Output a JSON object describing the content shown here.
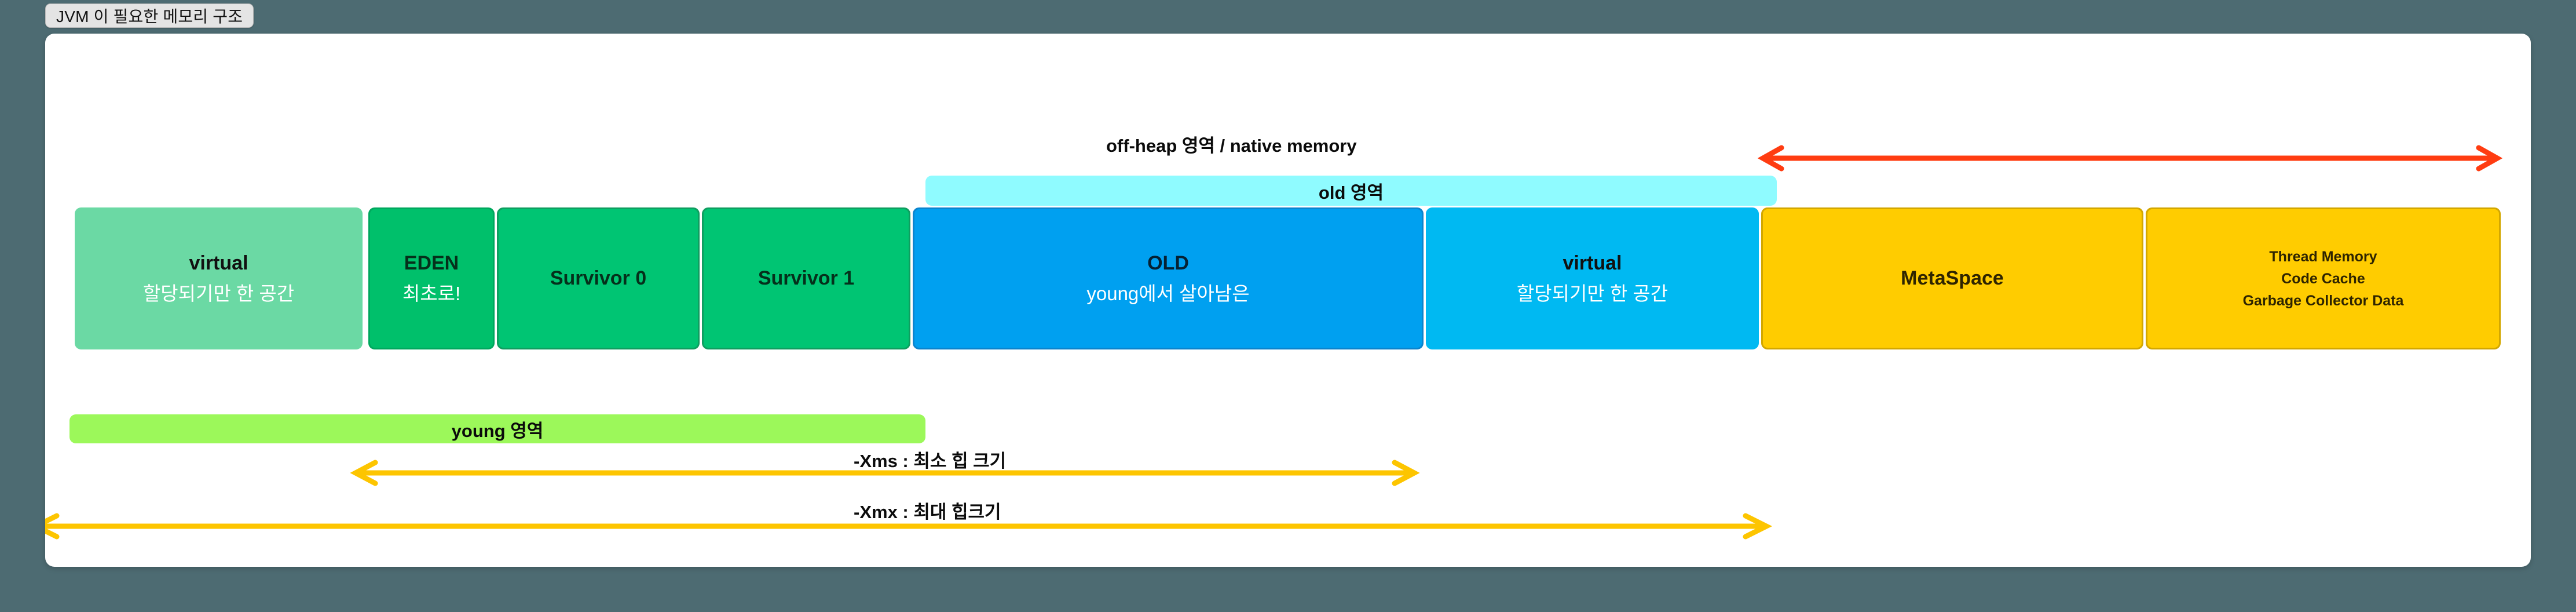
{
  "window": {
    "title": "JVM 이 필요한 메모리 구조",
    "background_color": "#4d6b72",
    "canvas_color": "#ffffff"
  },
  "diagram": {
    "type": "jvm-memory-layout",
    "blocks": [
      {
        "id": "virtual-young",
        "name": "virtual",
        "subtitle": "할당되기만 한 공간",
        "color": "#6bd9a4",
        "region": "young"
      },
      {
        "id": "eden",
        "name": "EDEN",
        "subtitle": "최초로!",
        "color": "#00c06b",
        "region": "young"
      },
      {
        "id": "survivor-0",
        "name": "Survivor 0",
        "subtitle": "",
        "color": "#00c573",
        "region": "young"
      },
      {
        "id": "survivor-1",
        "name": "Survivor 1",
        "subtitle": "",
        "color": "#00c573",
        "region": "young"
      },
      {
        "id": "old",
        "name": "OLD",
        "subtitle": "young에서 살아남은",
        "color": "#00a0f0",
        "region": "old"
      },
      {
        "id": "virtual-old",
        "name": "virtual",
        "subtitle": "할당되기만 한 공간",
        "color": "#00b9f2",
        "region": "old"
      },
      {
        "id": "metaspace",
        "name": "MetaSpace",
        "subtitle": "",
        "color": "#ffcc00",
        "region": "off-heap"
      },
      {
        "id": "native",
        "lines": [
          "Thread Memory",
          "Code Cache",
          "Garbage Collector Data"
        ],
        "color": "#ffcc00",
        "region": "off-heap"
      }
    ],
    "banners": [
      {
        "id": "old-region",
        "label": "old 영역",
        "color": "#8ffbff"
      },
      {
        "id": "young-region",
        "label": "young 영역",
        "color": "#9cf85a"
      }
    ],
    "measurements": [
      {
        "id": "off-heap",
        "label": "off-heap 영역 / native memory",
        "arrow": "double",
        "color": "#ff3c11"
      },
      {
        "id": "xms",
        "label": "-Xms : 최소 힙 크기",
        "arrow": "double",
        "color": "#fdc500"
      },
      {
        "id": "xmx",
        "label": "-Xmx : 최대 힙크기",
        "arrow": "double",
        "color": "#fdc500"
      }
    ]
  }
}
